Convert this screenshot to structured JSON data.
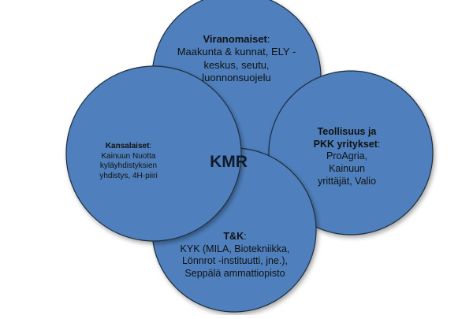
{
  "diagram": {
    "center": "KMR",
    "colors": {
      "circle_fill": "#4f80bd",
      "circle_stroke": "#1f2f3f",
      "text": "#111111"
    },
    "nodes": {
      "top": {
        "heading": "Viranomaiset",
        "punct": ":",
        "lines": [
          "Maakunta & kunnat, ELY -",
          "keskus, seutu,",
          "luonnonsuojelu"
        ]
      },
      "right": {
        "heading_lines": [
          "Teollisuus ja",
          "PKK yritykset"
        ],
        "punct": ":",
        "lines": [
          "ProAgria,",
          "Kainuun",
          "yrittäjät, Valio"
        ]
      },
      "left": {
        "heading": "Kansalaiset",
        "punct": ":",
        "lines": [
          "Kainuun Nuotta",
          "kyläyhdistyksien",
          "yhdistys, 4H-piiri"
        ]
      },
      "bottom": {
        "heading": "T&K",
        "punct": ":",
        "lines": [
          "KYK (MILA, Biotekniikka,",
          "Lönnrot -instituutti, jne.),",
          "Seppälä ammattiopisto"
        ]
      }
    }
  }
}
